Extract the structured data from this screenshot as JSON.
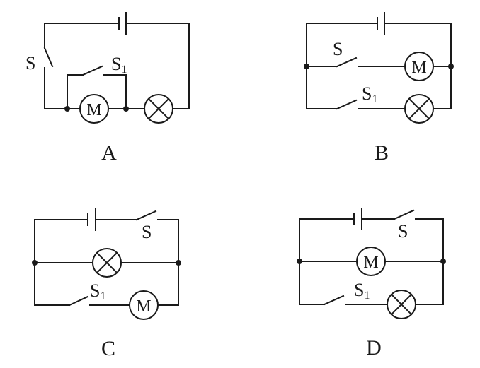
{
  "figure": {
    "type": "circuit_diagram_options",
    "colors": {
      "ink": "#1a1a1a",
      "background": "#ffffff"
    },
    "circuits": [
      {
        "option": "A",
        "components": [
          "battery",
          "switch S",
          "switch S1",
          "motor M",
          "lamp"
        ],
        "topology": "S in series with motor and lamp; S1 in parallel with motor (shorts motor when closed)",
        "labels": {
          "s": "S",
          "s1_main": "S",
          "s1_sub": "1",
          "motor": "M"
        }
      },
      {
        "option": "B",
        "components": [
          "battery",
          "switch S",
          "switch S1",
          "motor M",
          "lamp"
        ],
        "topology": "motor branch with S parallel to lamp branch with S1",
        "labels": {
          "s": "S",
          "s1_main": "S",
          "s1_sub": "1",
          "motor": "M"
        }
      },
      {
        "option": "C",
        "components": [
          "battery",
          "switch S",
          "switch S1",
          "lamp",
          "motor M"
        ],
        "topology": "S in main line; lamp branch parallel to motor branch with S1",
        "labels": {
          "s": "S",
          "s1_main": "S",
          "s1_sub": "1",
          "motor": "M"
        }
      },
      {
        "option": "D",
        "components": [
          "battery",
          "switch S",
          "switch S1",
          "motor M",
          "lamp"
        ],
        "topology": "S in main line; motor branch parallel to lamp branch with S1",
        "labels": {
          "s": "S",
          "s1_main": "S",
          "s1_sub": "1",
          "motor": "M"
        }
      }
    ]
  }
}
